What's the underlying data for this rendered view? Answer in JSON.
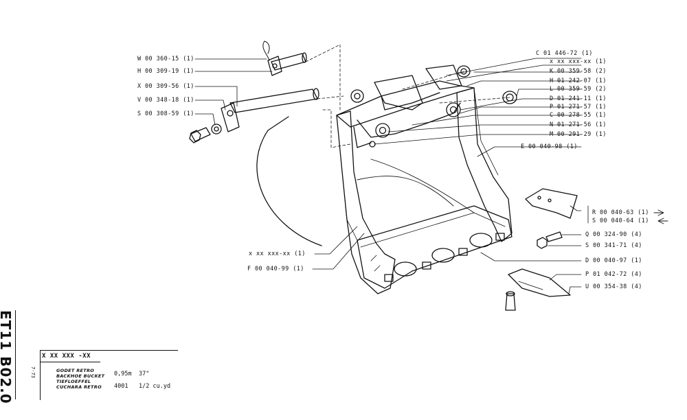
{
  "document": {
    "sheet_code": "ET11 B02.0",
    "date_mark": "7-73"
  },
  "title_block": {
    "part_number": "X XX XXX -XX",
    "descriptions": [
      "GODET RETRO",
      "BACKHOE BUCKET",
      "TIEFLOEFFEL",
      "CUCHARA RETRO"
    ],
    "width": "0,95m",
    "width_in": "37\"",
    "capacity_code": "4001",
    "capacity": "1/2 cu.yd"
  },
  "callouts_left": [
    {
      "text": "W 00 360-15  (1)"
    },
    {
      "text": "H 00 309-19  (1)"
    },
    {
      "text": "X 00 309-56  (1)"
    },
    {
      "text": "V 00 348-18  (1)"
    },
    {
      "text": "S 00 308-59  (1)"
    },
    {
      "text": "x xx xxx-xx  (1)"
    },
    {
      "text": "F 00 040-99  (1)"
    }
  ],
  "callouts_right": [
    {
      "text": "C 01 446-72  (1)"
    },
    {
      "text": "x xx xxx-xx  (1)"
    },
    {
      "text": "K 00 359-58  (2)"
    },
    {
      "text": "H 01 242-07  (1)"
    },
    {
      "text": "L 00 359-59  (2)"
    },
    {
      "text": "D 01 241-11  (1)"
    },
    {
      "text": "P 01 271-57  (1)"
    },
    {
      "text": "C 00 278-55  (1)"
    },
    {
      "text": "N 01 271-56  (1)"
    },
    {
      "text": "M 00 291-29  (1)"
    },
    {
      "text": "E 00 040-98  (1)"
    },
    {
      "text": "R 00 040-63  (1)"
    },
    {
      "text": "S 00 040-64  (1)"
    },
    {
      "text": "Q 00 324-90  (4)"
    },
    {
      "text": "S 00 341-71  (4)"
    },
    {
      "text": "D 00 040-97  (1)"
    },
    {
      "text": "P 01 042-72  (4)"
    },
    {
      "text": "U 00 354-38  (4)"
    }
  ]
}
